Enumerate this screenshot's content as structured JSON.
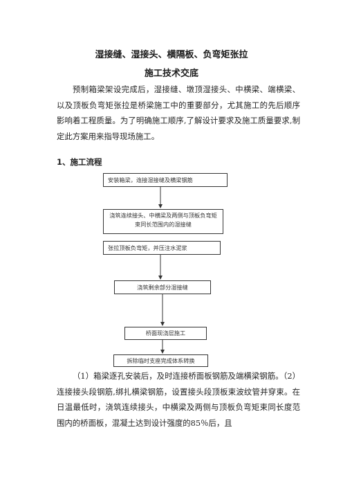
{
  "doc": {
    "title_line1": "湿接缝、湿接头、横隔板、负弯矩张拉",
    "title_line2": "施工技术交底",
    "intro": "预制箱梁架设完成后，湿接缝、墩顶湿接头、中横梁、端横梁、以及顶板负弯矩张拉是桥梁施工中的重要部分，尤其施工的先后顺序影响着工程质量。为了明确施工顺序,了解设计要求及施工质量要求,制定此方案用来指导现场施工。",
    "section1": "1、施工流程",
    "flow": [
      "安装箱梁，连接湿接缝及横梁钢筋",
      "浇筑连续接头、中横梁及两侧与顶板负弯矩束同长范围内的湿接缝",
      "张拉顶板负弯矩，并压注水泥浆",
      "浇筑剩余部分湿接缝",
      "桥面现浇层施工",
      "拆除临时支座完成体系转换"
    ],
    "steps_text": "（1）箱梁逐孔安装后，及时连接桥面板钢筋及端横梁钢筋。（2）连接接头段钢筋,绑扎横梁钢筋，设置接头段顶板束波纹管并穿束。在日温最低时，浇筑连续接头，中横梁及两侧与顶板负弯矩束同长度范围内的桥面板，混凝土达到设计强度的85％后，且"
  }
}
